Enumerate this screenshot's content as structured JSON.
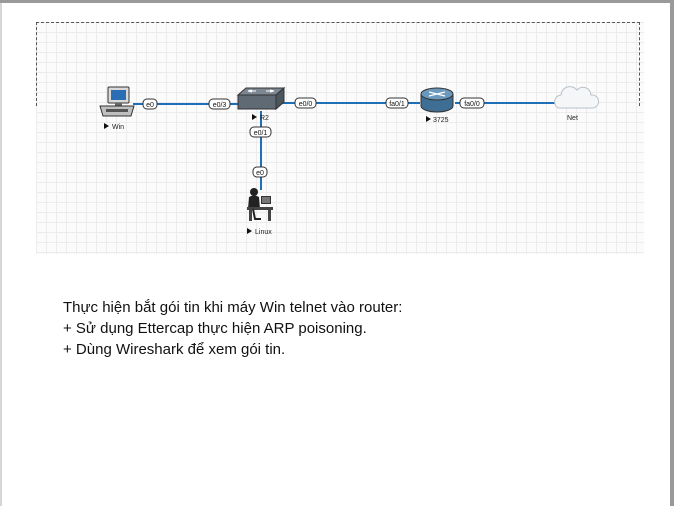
{
  "diagram": {
    "nodes": {
      "win": {
        "label": "Win",
        "icon": "pc-icon"
      },
      "r2": {
        "label": "R2",
        "icon": "switch-icon"
      },
      "router3725": {
        "label": "3725",
        "icon": "router-icon"
      },
      "net": {
        "label": "Net",
        "icon": "cloud-icon"
      },
      "linux": {
        "label": "Linux",
        "icon": "user-workstation-icon"
      }
    },
    "interfaces": {
      "win_e0": "e0",
      "r2_e03": "e0/3",
      "r2_e00": "e0/0",
      "r2_e01": "e0/1",
      "linux_e0": "e0",
      "router_fa01": "fa0/1",
      "router_fa00": "fa0/0"
    },
    "link_color": "#1e6fb8"
  },
  "note": {
    "line1": "Thực hiện bắt gói tin khi máy Win telnet vào router:",
    "line2": "+ Sử dụng Ettercap thực hiện ARP poisoning.",
    "line3": "+ Dùng Wireshark để xem gói tin."
  }
}
